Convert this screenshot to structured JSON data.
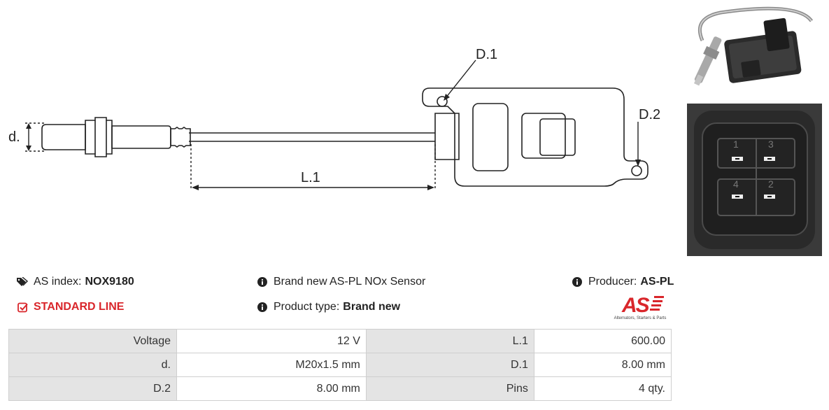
{
  "drawing": {
    "label_d": "d.",
    "label_l1": "L.1",
    "label_d1": "D.1",
    "label_d2": "D.2",
    "pin_labels": [
      "1",
      "3",
      "4",
      "2"
    ]
  },
  "info": {
    "as_index_label": "AS index:",
    "as_index_value": "NOX9180",
    "standard_line": "STANDARD LINE",
    "description": "Brand new AS-PL NOx Sensor",
    "product_type_label": "Product type:",
    "product_type_value": "Brand new",
    "producer_label": "Producer:",
    "producer_value": "AS-PL"
  },
  "logo": {
    "text": "AS",
    "tagline": "Alternators, Starters & Parts",
    "color": "#d9262b"
  },
  "icons": {
    "as_index": "tags-icon",
    "standard_line": "check-square-icon",
    "description": "info-circle-icon",
    "product_type": "info-circle-icon",
    "producer": "info-circle-icon"
  },
  "specs": {
    "rows": [
      {
        "k1": "Voltage",
        "v1": "12 V",
        "k2": "L.1",
        "v2": "600.00"
      },
      {
        "k1": "d.",
        "v1": "M20x1.5 mm",
        "k2": "D.1",
        "v2": "8.00 mm"
      },
      {
        "k1": "D.2",
        "v1": "8.00 mm",
        "k2": "Pins",
        "v2": "4 qty."
      }
    ]
  }
}
